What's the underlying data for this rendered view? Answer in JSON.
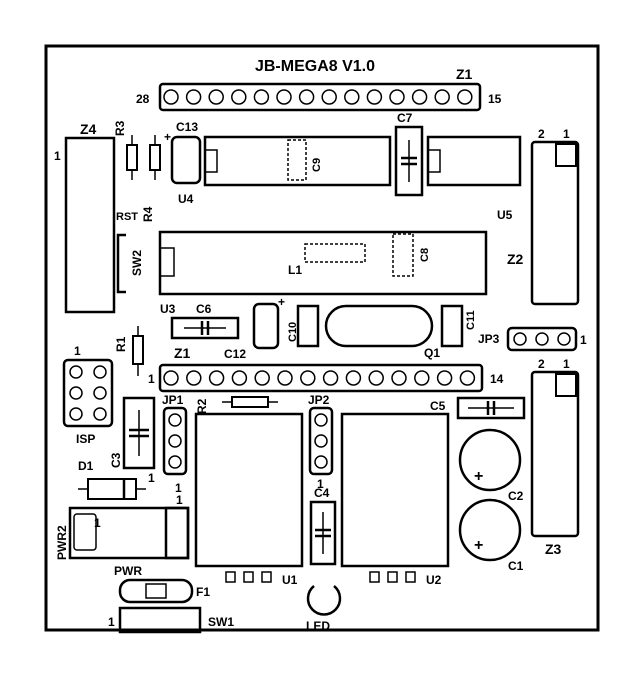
{
  "board": {
    "title": "JB-MEGA8 V1.0"
  },
  "components": {
    "z1_top": "Z1",
    "z1_top_pin28": "28",
    "z1_top_pin15": "15",
    "z1_mid": "Z1",
    "z1_mid_pin1": "1",
    "z1_mid_pin14": "14",
    "z2": "Z2",
    "z2_pin2": "2",
    "z2_pin1": "1",
    "z3": "Z3",
    "z3_pin2": "2",
    "z3_pin1": "1",
    "z4": "Z4",
    "z4_pin1": "1",
    "r1": "R1",
    "r2": "R2",
    "r3": "R3",
    "r4": "R4",
    "rst": "RST",
    "c1": "C1",
    "c2": "C2",
    "c3": "C3",
    "c4": "C4",
    "c5": "C5",
    "c6": "C6",
    "c7": "C7",
    "c8": "C8",
    "c9": "C9",
    "c10": "C10",
    "c11": "C11",
    "c12": "C12",
    "c13": "C13",
    "u1": "U1",
    "u2": "U2",
    "u3": "U3",
    "u4": "U4",
    "u5": "U5",
    "sw1": "SW1",
    "sw1_pin1": "1",
    "sw2": "SW2",
    "l1": "L1",
    "q1": "Q1",
    "d1": "D1",
    "f1": "F1",
    "led": "LED",
    "isp": "ISP",
    "isp_pin1": "1",
    "jp1": "JP1",
    "jp1_pin1": "1",
    "jp2": "JP2",
    "jp2_pin1": "1",
    "jp3": "JP3",
    "jp3_pin1": "1",
    "pwr": "PWR",
    "pwr2": "PWR2",
    "pwr2_pin1": "1",
    "plus": "+"
  }
}
